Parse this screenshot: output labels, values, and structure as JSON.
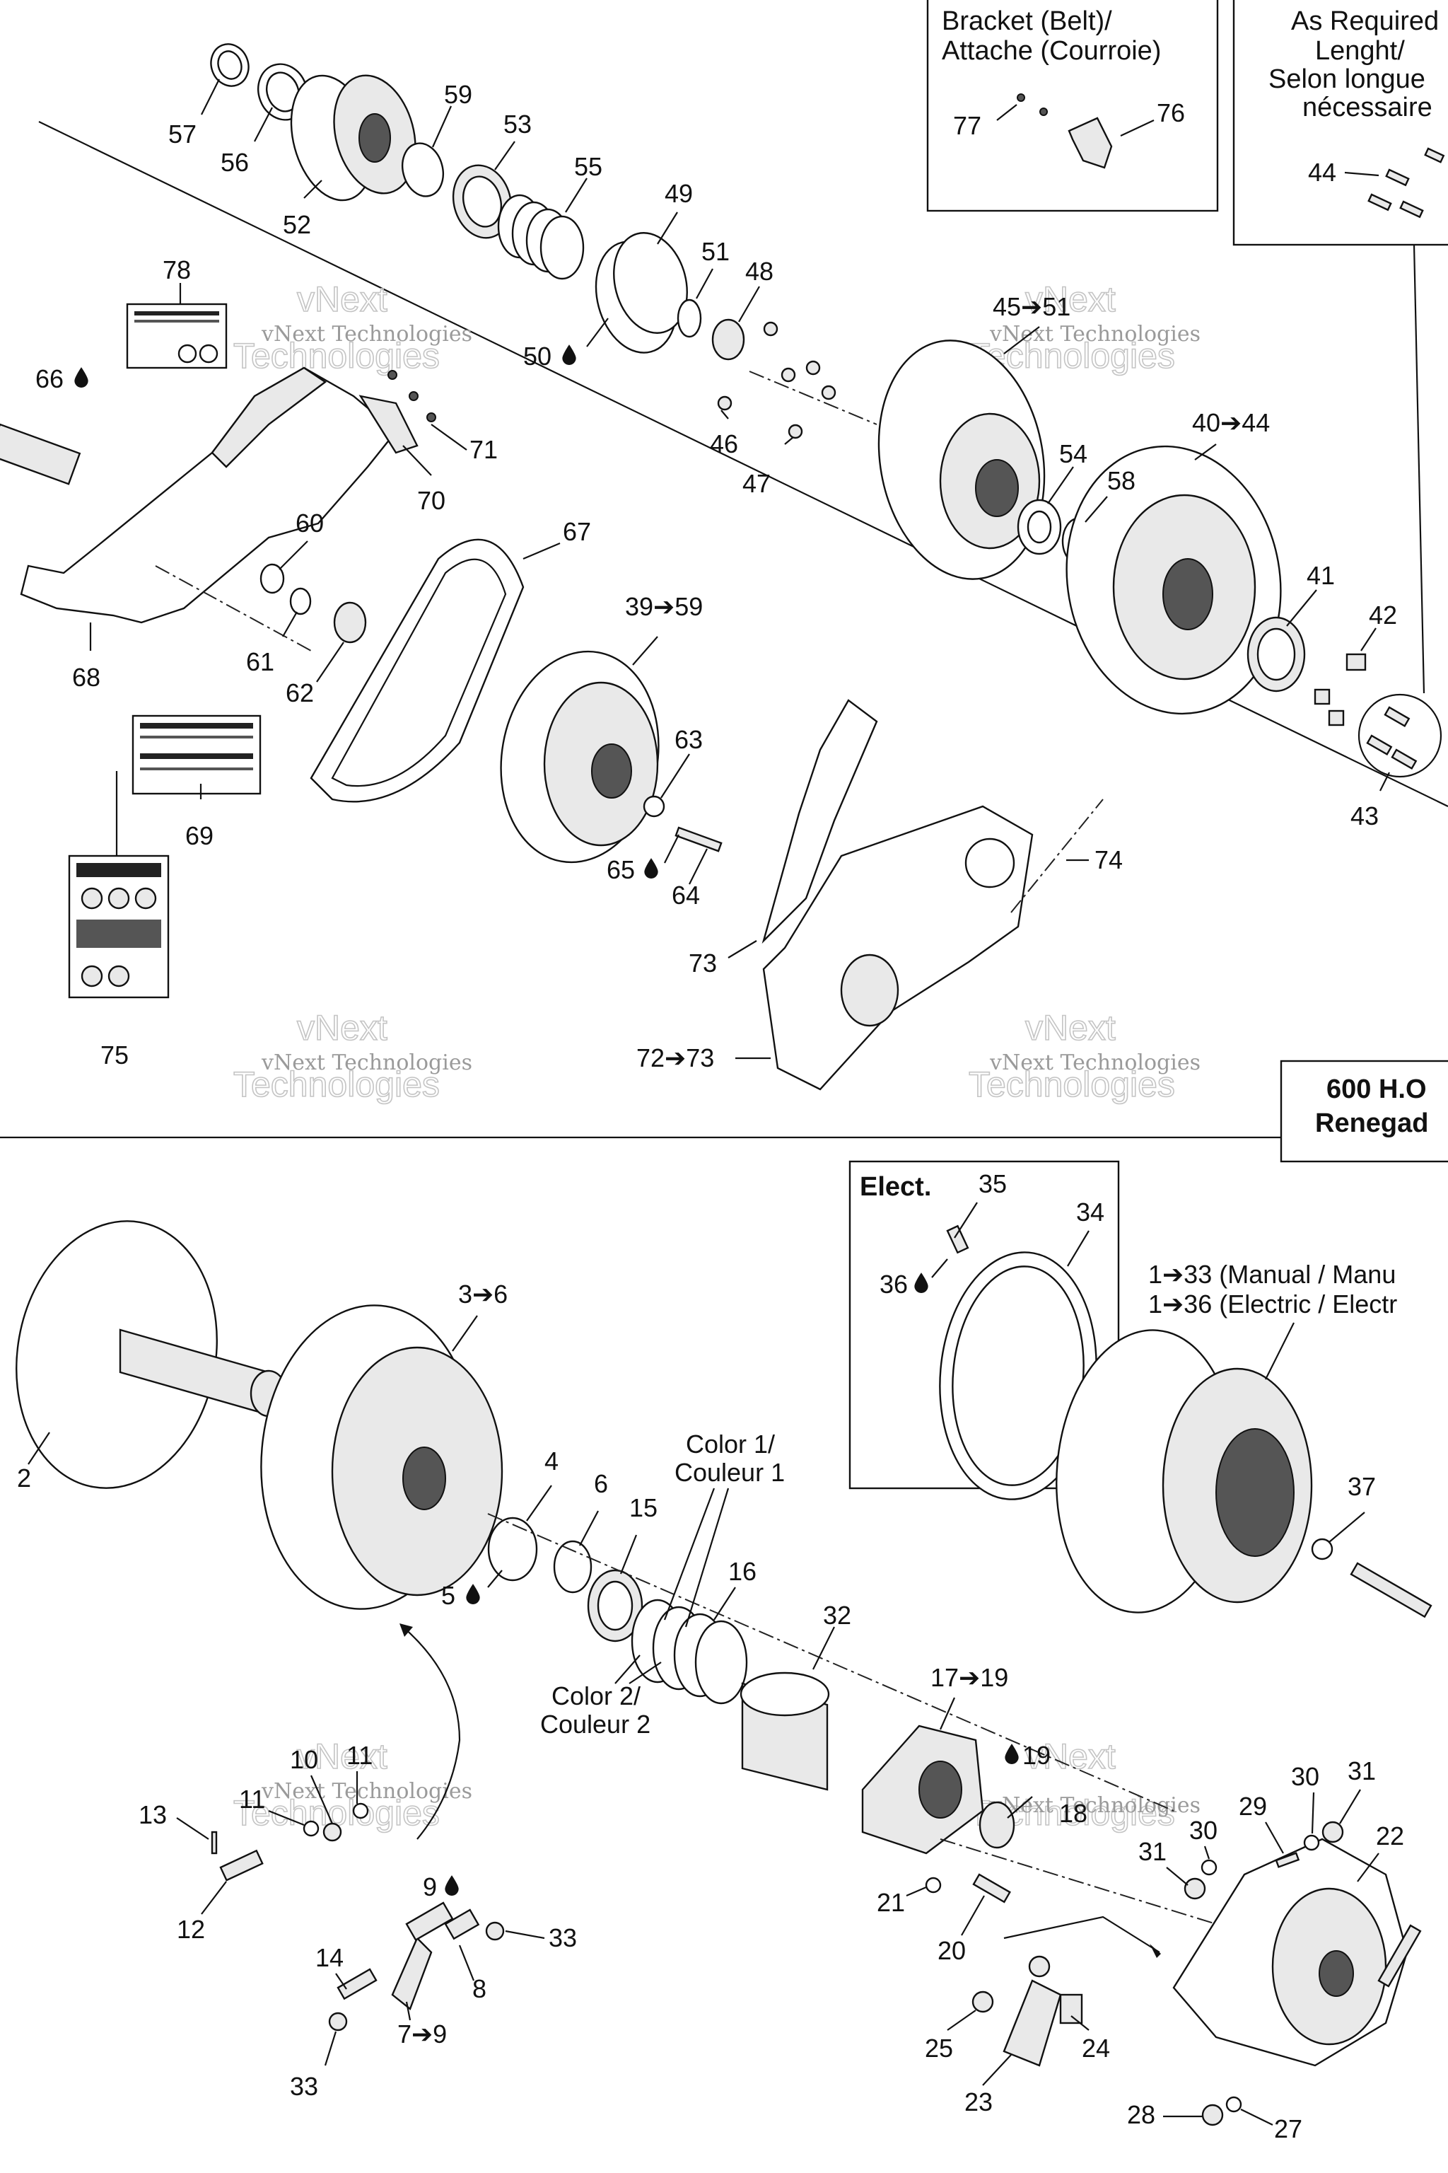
{
  "boxes": {
    "bracket_title_line1": "Bracket (Belt)/",
    "bracket_title_line2": "Attache (Courroie)",
    "required_line1": "As Required",
    "required_line2": "Lenght/",
    "required_line3": "Selon longue",
    "required_line4": "nécessaire",
    "model_line1": "600 H.O",
    "model_line2": "Renegad",
    "elect_title": "Elect.",
    "color1_line1": "Color 1/",
    "color1_line2": "Couleur 1",
    "color2_line1": "Color 2/",
    "color2_line2": "Couleur 2",
    "manual_label": "1➔33 (Manual / Manu",
    "electric_label": "1➔36 (Electric / Electr"
  },
  "watermark": {
    "line1": "vNext Technologies",
    "line2": "vNext",
    "line3": "Technologies"
  },
  "callouts": {
    "c57": "57",
    "c56": "56",
    "c52": "52",
    "c59": "59",
    "c53": "53",
    "c55": "55",
    "c49": "49",
    "c51": "51",
    "c48": "48",
    "c50": "50",
    "c46": "46",
    "c47": "47",
    "c45_51": "45➔51",
    "c40_44": "40➔44",
    "c54": "54",
    "c58": "58",
    "c41": "41",
    "c42": "42",
    "c43": "43",
    "c44": "44",
    "c77": "77",
    "c76": "76",
    "c78": "78",
    "c66": "66",
    "c71": "71",
    "c70": "70",
    "c60": "60",
    "c61": "61",
    "c62": "62",
    "c67": "67",
    "c39_59": "39➔59",
    "c63": "63",
    "c65": "65",
    "c64": "64",
    "c68": "68",
    "c69": "69",
    "c75": "75",
    "c73": "73",
    "c72_73": "72➔73",
    "c74": "74",
    "c2": "2",
    "c3_6": "3➔6",
    "c4": "4",
    "c6": "6",
    "c5": "5",
    "c15": "15",
    "c16": "16",
    "c32": "32",
    "c17_19": "17➔19",
    "c19": "19",
    "c18": "18",
    "c35": "35",
    "c34": "34",
    "c36": "36",
    "c37": "37",
    "c10": "10",
    "c11a": "11",
    "c11b": "11",
    "c13": "13",
    "c12": "12",
    "c9": "9",
    "c33a": "33",
    "c8": "8",
    "c14": "14",
    "c7_9": "7➔9",
    "c33b": "33",
    "c21": "21",
    "c20": "20",
    "c29": "29",
    "c30a": "30",
    "c31a": "31",
    "c30b": "30",
    "c31b": "31",
    "c22": "22",
    "c25": "25",
    "c24": "24",
    "c23": "23",
    "c28": "28",
    "c27": "27"
  },
  "icons": {
    "oil_drop": "oil-drop-icon"
  }
}
